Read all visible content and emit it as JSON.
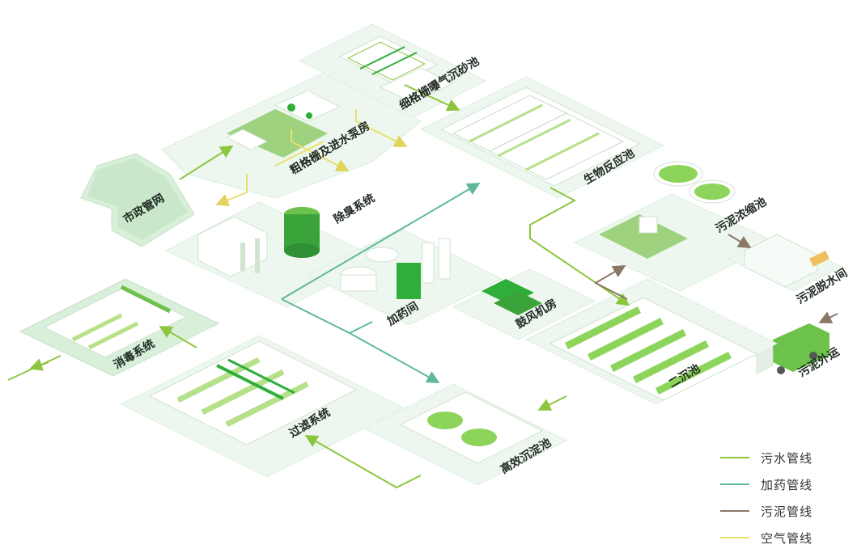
{
  "colors": {
    "sewage": "#8cc63f",
    "chemical": "#5fb89a",
    "sludge": "#8b7765",
    "air": "#e8e070",
    "accent": "#2fae3a",
    "platform": "#eaf6ec"
  },
  "facilities": {
    "municipal": "市政管网",
    "coarse_screen": "粗格栅及进水泵房",
    "fine_screen": "细格栅曝气沉砂池",
    "bio_reactor": "生物反应池",
    "deodor": "除臭系统",
    "dosing": "加药间",
    "blower": "鼓风机房",
    "sludge_thickener": "污泥浓缩池",
    "sludge_dewater": "污泥脱水间",
    "sludge_transport": "污泥外运",
    "secondary_clarifier": "二沉池",
    "hi_eff_sedimentation": "高效沉淀池",
    "filtration": "过滤系统",
    "disinfection": "消毒系统"
  },
  "legend": [
    {
      "label": "污水管线",
      "color": "#8cc63f"
    },
    {
      "label": "加药管线",
      "color": "#5fb89a"
    },
    {
      "label": "污泥管线",
      "color": "#8b7765"
    },
    {
      "label": "空气管线",
      "color": "#e8e070"
    }
  ]
}
